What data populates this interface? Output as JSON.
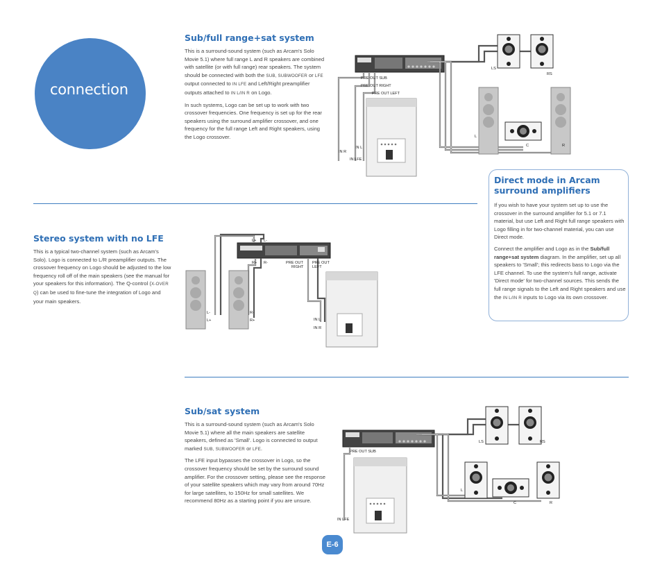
{
  "title": "connection",
  "sections": {
    "subfull": {
      "heading": "Sub/full range+sat system",
      "p1_a": "This is a surround-sound system (such as Arcam's Solo Movie 5.1) where full range L and R speakers are combined with satellite (or with full range) rear speakers. The system should be connected with both the ",
      "p1_sc1": "sub, subwoofer",
      "p1_b": " or ",
      "p1_sc2": "lfe",
      "p1_c": " output connected to ",
      "p1_sc3": "in lfe",
      "p1_d": " and Left/Right preamplifier outputs attached to ",
      "p1_sc4": "in l/in r",
      "p1_e": " on Logo.",
      "p2": "In such systems, Logo can be set up to work with two crossover frequencies. One frequency is set up for the rear speakers using the surround amplifier crossover, and one frequency for the full range Left and Right speakers, using the Logo crossover."
    },
    "stereo": {
      "heading": "Stereo system with no LFE",
      "p1_a": "This is a typical two-channel system (such as Arcam's Solo). Logo is connected to L/R preamplifier outputs. The crossover frequency on Logo should be adjusted to the low frequency roll off of the main speakers (see the manual for your speakers for this information). The Q-control (",
      "p1_sc1": "x-over q",
      "p1_b": ") can be used to fine-tune the integration of Logo and your main speakers."
    },
    "direct": {
      "heading": "Direct mode in Arcam surround amplifiers",
      "p1": "If you wish to have your system set up to use the crossover in the surround amplifier for 5.1 or 7.1 material, but use Left and Right full range speakers with Logo filling in for two-channel material, you can use Direct mode.",
      "p2_a": "Connect the amplifier and Logo as in the ",
      "p2_bold": "Sub/full range+sat system",
      "p2_b": " diagram. In the amplifier, set up all speakers to 'Small'; this redirects bass to Logo via the LFE channel. To use the system's full range, activate 'Direct mode' for two-channel sources. This sends the full range signals to the Left and Right speakers and use the ",
      "p2_sc": "in l/in r",
      "p2_c": " inputs to Logo via its own crossover."
    },
    "subsat": {
      "heading": "Sub/sat system",
      "p1_a": "This is a surround-sound system (such as Arcam's Solo Movie 5.1) where all the main speakers are satellite speakers, defined as 'Small'. Logo is connected to output marked ",
      "p1_sc1": "sub, subwoofer",
      "p1_b": " or ",
      "p1_sc2": "lfe",
      "p1_c": ".",
      "p2": "The LFE input bypasses the crossover in Logo, so the crossover frequency should be set by the surround sound amplifier. For the crossover setting, please see the response of your satellite speakers which may vary from around 70Hz for large satellites, to 150Hz for small satellites. We recommend 80Hz as a starting point if you are unsure."
    }
  },
  "diagram1": {
    "pre_out_sub": "PRE OUT SUB",
    "pre_out_right": "PRE OUT RIGHT",
    "pre_out_left": "PRE OUT LEFT",
    "in_r": "IN R",
    "in_l": "IN L",
    "in_lfe": "IN LFE",
    "ls": "LS",
    "rs": "RS",
    "l": "L",
    "c": "C",
    "r": "R"
  },
  "diagram2": {
    "l_plus": "L+",
    "l_minus": "L-",
    "r_plus": "R+",
    "r_minus": "R-",
    "pre_out": "PRE OUT",
    "right": "RIGHT",
    "left": "LEFT",
    "in_l": "IN L",
    "in_r": "IN R"
  },
  "diagram3": {
    "pre_out_sub": "PRE OUT SUB",
    "in_lfe": "IN LFE",
    "ls": "LS",
    "rs": "RS",
    "l": "L",
    "c": "C",
    "r": "R"
  },
  "page_number": "E-6",
  "colors": {
    "accent": "#4a83c5",
    "heading": "#2f6fb5"
  }
}
